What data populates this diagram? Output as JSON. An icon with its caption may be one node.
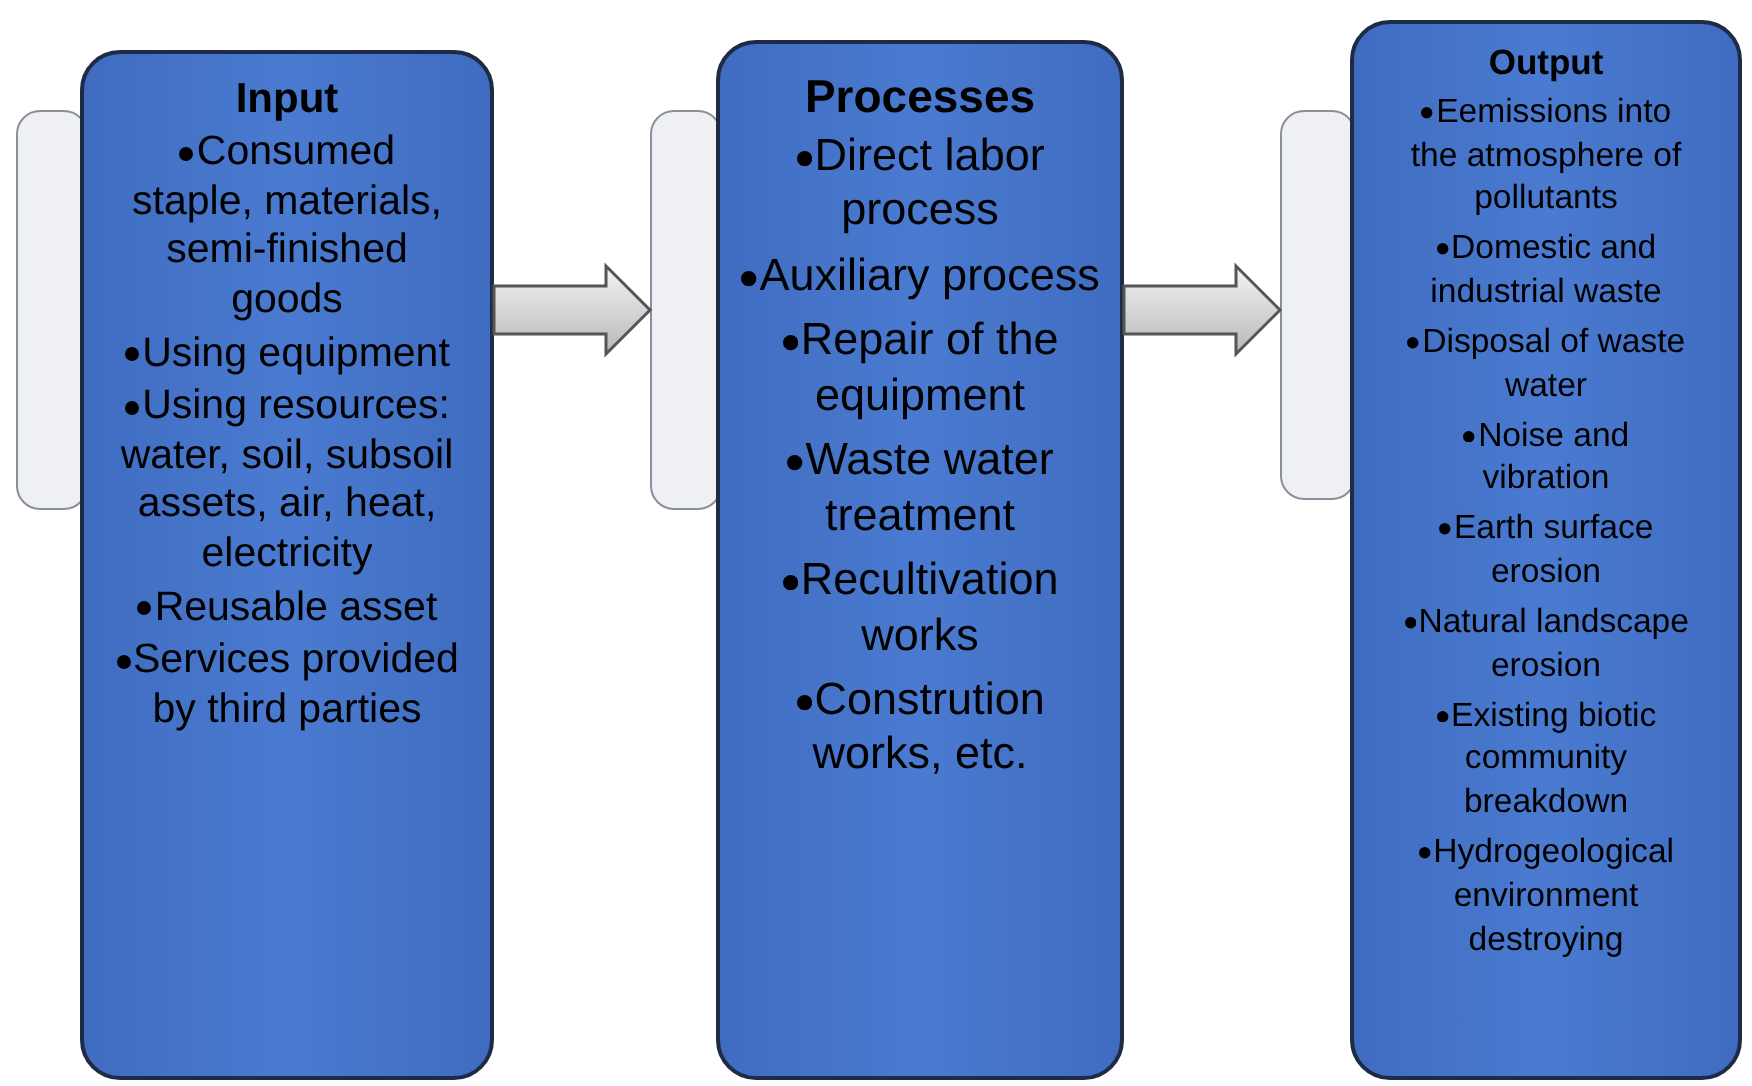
{
  "diagram": {
    "nodes": [
      {
        "text": [
          "Input",
          "Consumed staple, materials, semi-finished goods",
          "Using equipment",
          "Using resources: water, soil, subsoil assets, air, heat, electricity",
          "Reusable asset",
          "Services provided by third parties"
        ]
      },
      {
        "text": [
          "Processes",
          "Direct labor process",
          "Auxiliary process",
          "Repair of the equipment",
          "Waste water treatment",
          "Recultivation works",
          "Constrution works, etc."
        ]
      },
      {
        "text": [
          "Output",
          "Eemissions into the atmosphere of pollutants",
          "Domestic and industrial waste",
          "Disposal of waste water",
          "Noise and vibration",
          "Earth surface erosion",
          "Natural landscape erosion",
          "Existing biotic community breakdown",
          "Hydrogeological environment destroying"
        ]
      },
      {
        "text": [],
        "shape": "box"
      },
      {
        "text": [],
        "shape": "box"
      },
      {
        "text": [],
        "shape": "box"
      }
    ],
    "edges": [
      {
        "from": 0,
        "to": 4,
        "arrow": "to"
      },
      {
        "from": 1,
        "to": 5,
        "arrow": "to"
      }
    ]
  }
}
